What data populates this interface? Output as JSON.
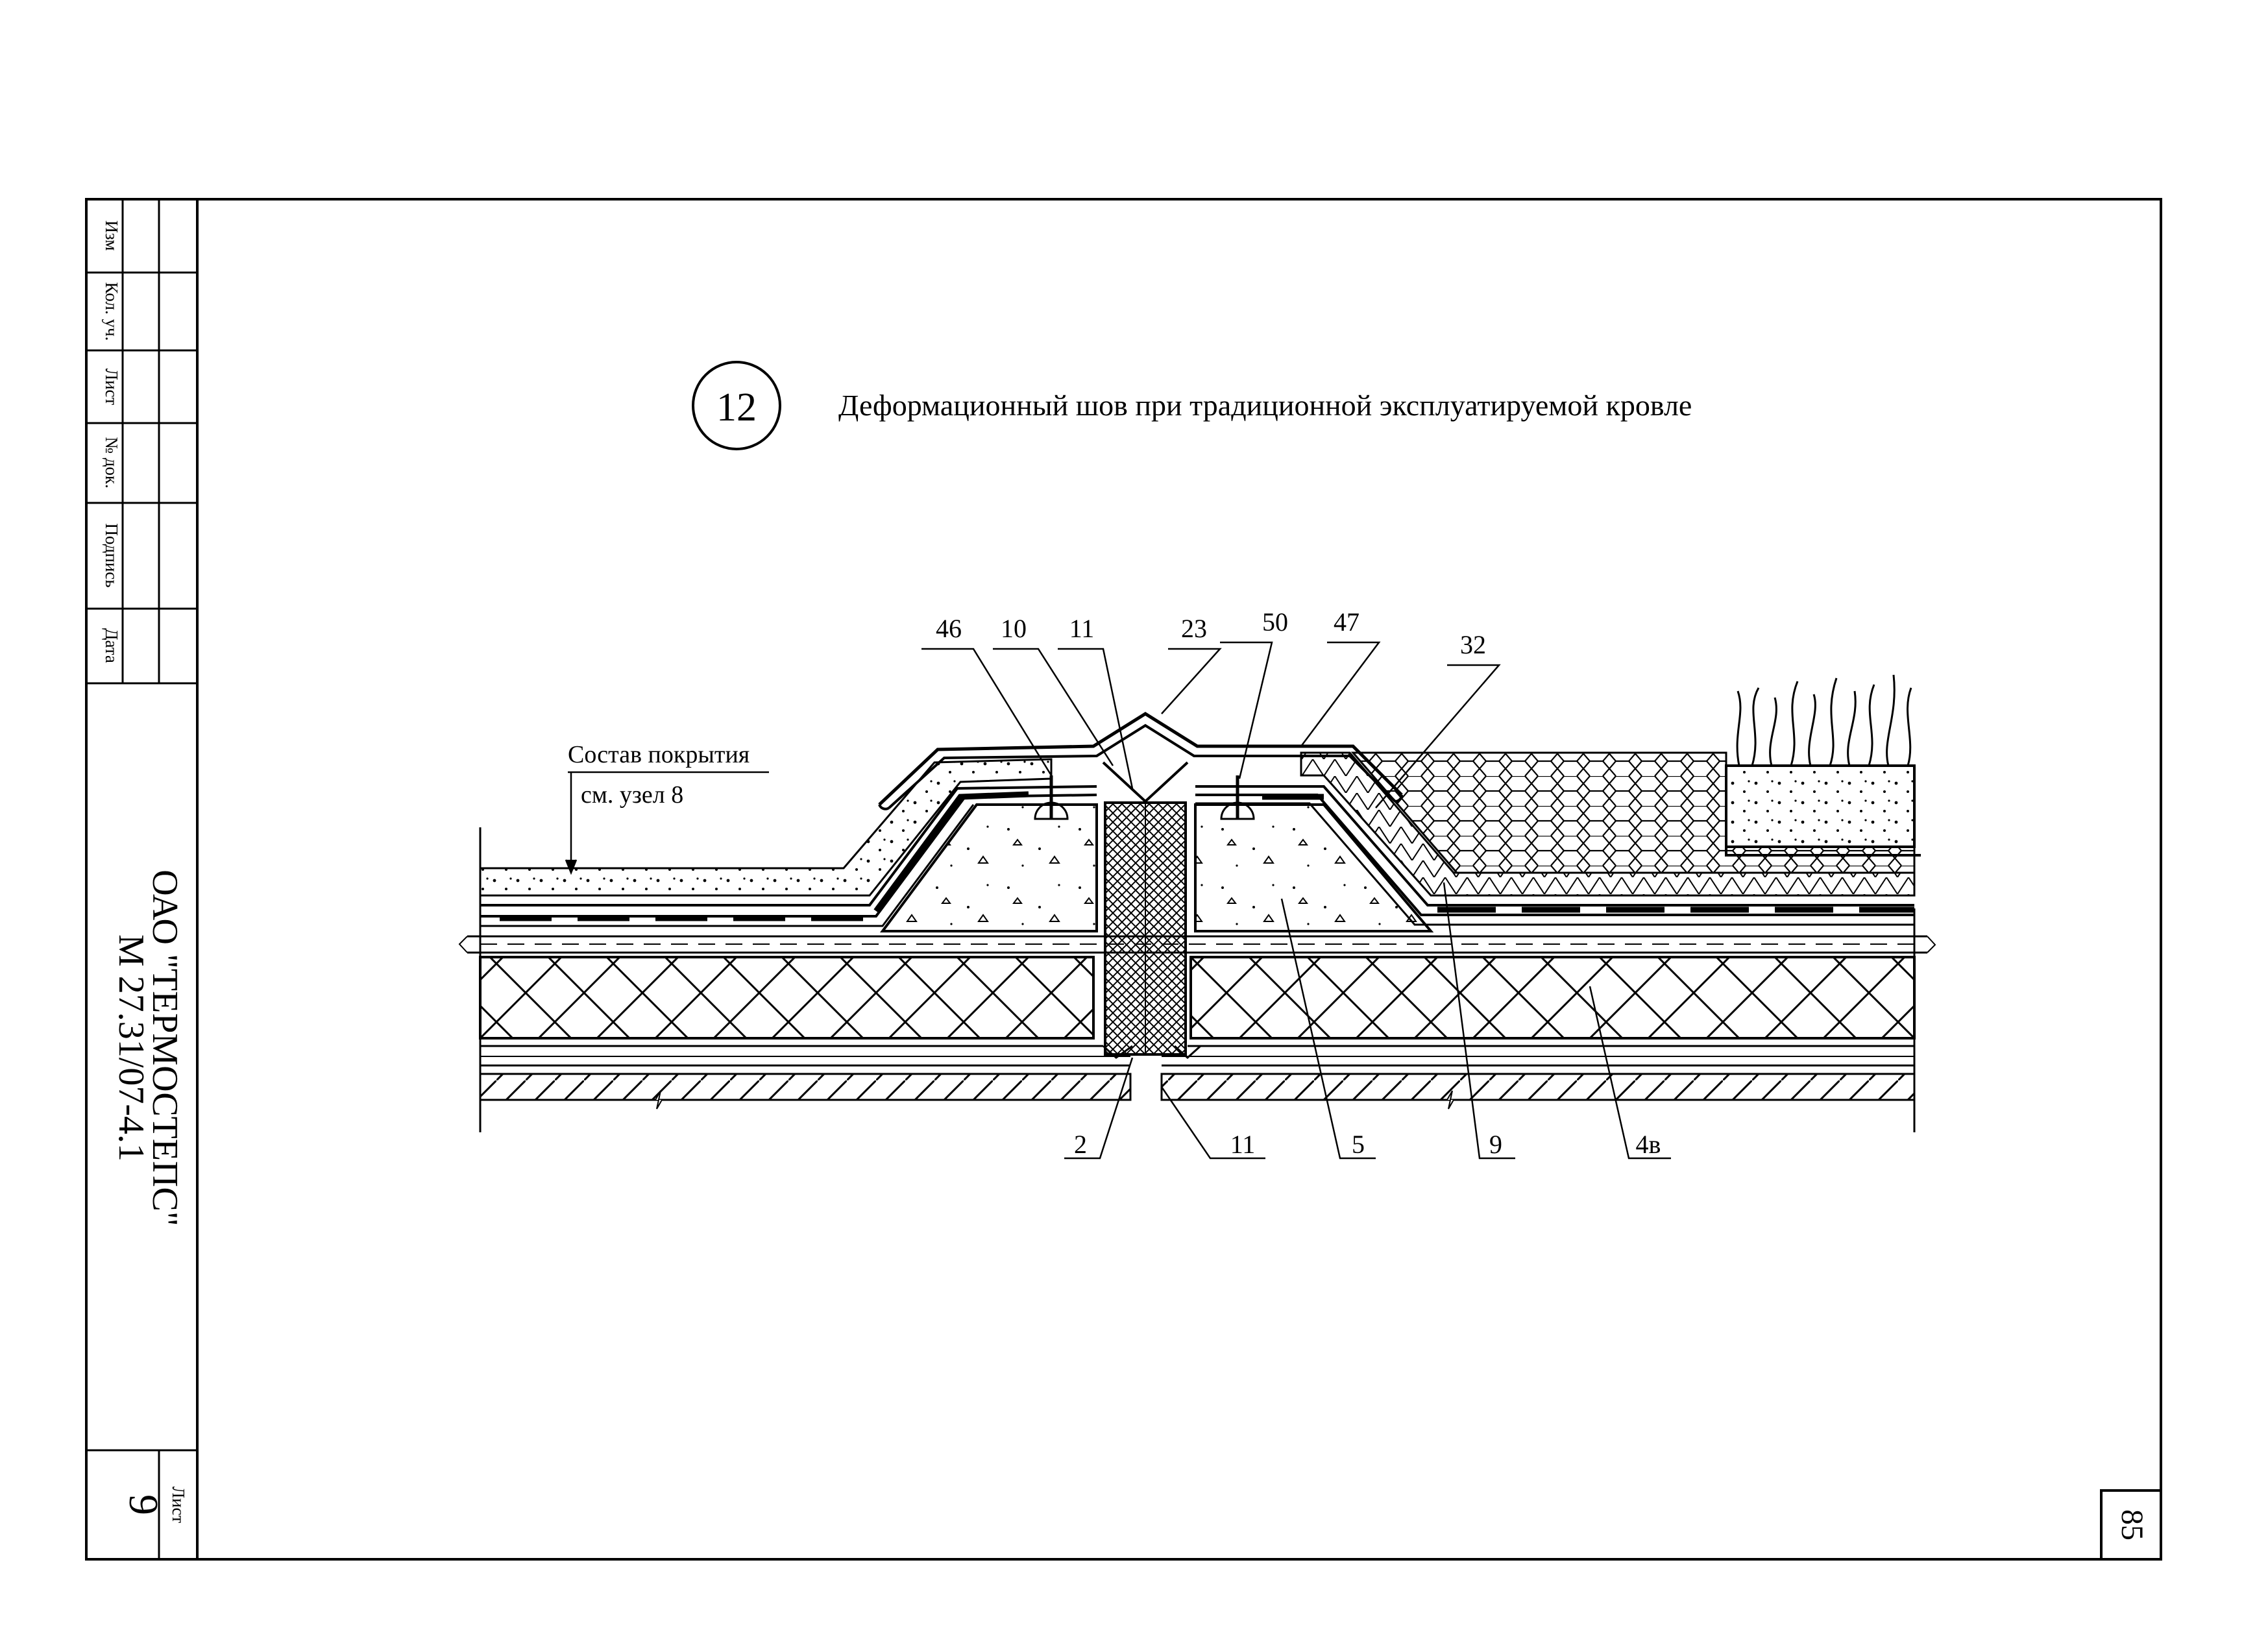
{
  "stamp": {
    "columns": [
      "Изм",
      "Кол. уч.",
      "Лист",
      "№ док.",
      "Подпись",
      "Дата"
    ],
    "organization": "ОАО \"ТЕРМОСТЕПС\"",
    "document_code": "М 27.31/07-4.1",
    "sheet_label": "Лист",
    "sheet_number": "9"
  },
  "page_number": "85",
  "detail": {
    "number": "12",
    "title": "Деформационный шов при традиционной эксплуатируемой кровле",
    "roof_note_line1": "Состав покрытия",
    "roof_note_line2": "см. узел 8"
  },
  "callouts": {
    "top": [
      "46",
      "10",
      "11",
      "23",
      "50",
      "47",
      "32"
    ],
    "bottom": [
      "2",
      "11",
      "5",
      "9",
      "4в"
    ]
  }
}
